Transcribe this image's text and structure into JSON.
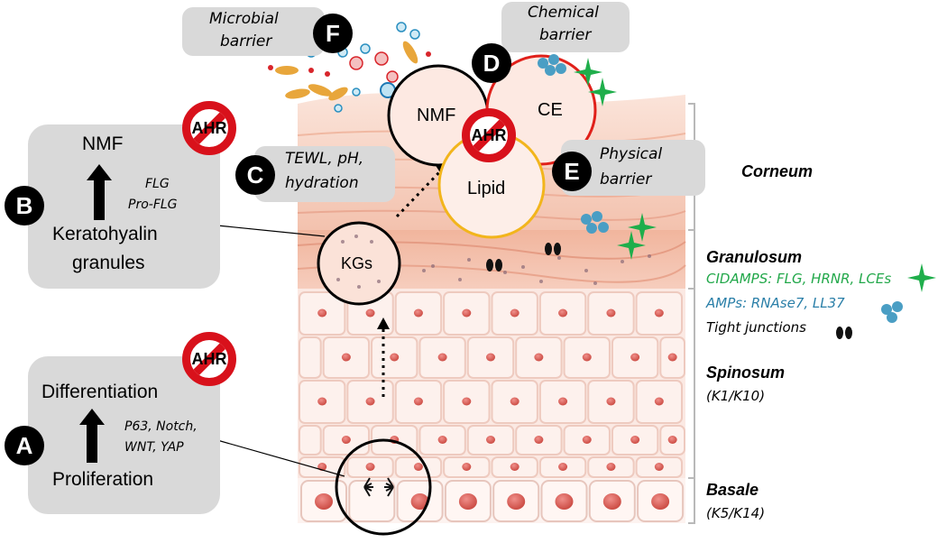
{
  "panel_a": {
    "badge": "A",
    "top": "Differentiation",
    "bottom": "Proliferation",
    "factors": [
      "P63, Notch,",
      "WNT, YAP"
    ]
  },
  "panel_b": {
    "badge": "B",
    "top": "NMF",
    "bottom": [
      "Keratohyalin",
      "granules"
    ],
    "factors": [
      "FLG",
      "Pro-FLG"
    ]
  },
  "panel_c": {
    "badge": "C",
    "lines": [
      "TEWL, pH,",
      "hydration"
    ]
  },
  "panel_d": {
    "badge": "D",
    "label": [
      "Chemical",
      "barrier"
    ]
  },
  "panel_e": {
    "badge": "E",
    "label": [
      "Physical",
      "barrier"
    ]
  },
  "panel_f": {
    "badge": "F",
    "label": [
      "Microbial",
      "barrier"
    ]
  },
  "ahr_label": "AHR",
  "circles": {
    "nmf": "NMF",
    "ce": "CE",
    "lipid": "Lipid",
    "kgs": "KGs"
  },
  "layers": {
    "corneum": "Corneum",
    "granulosum": "Granulosum",
    "spinosum": "Spinosum",
    "spinosum_sub": "(K1/K10)",
    "basale": "Basale",
    "basale_sub": "(K5/K14)"
  },
  "legend": {
    "cidamps": "CIDAMPS: FLG, HRNR, LCEs",
    "amps": "AMPs: RNAse7, LL37",
    "tight": "Tight junctions"
  },
  "colors": {
    "cidamps": "#22a84a",
    "amps": "#2a7fa8",
    "ahr_red": "#d8111b",
    "box_grey": "#d9d9d9",
    "star_green": "#1fae4b",
    "amp_blue": "#4a9ec4",
    "ce_red": "#e0201a",
    "lipid_yellow": "#f2b51c"
  }
}
